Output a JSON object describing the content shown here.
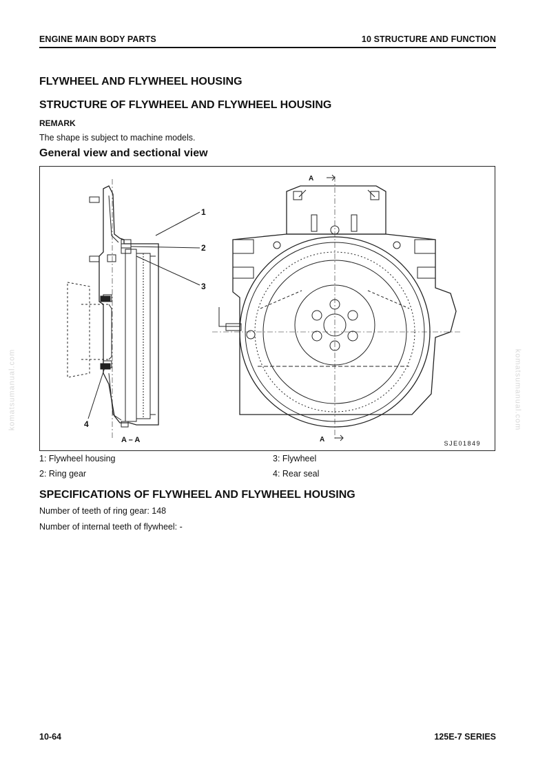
{
  "header": {
    "left": "ENGINE MAIN BODY PARTS",
    "right": "10 STRUCTURE AND FUNCTION"
  },
  "title": "FLYWHEEL AND FLYWHEEL HOUSING",
  "structure_heading": "STRUCTURE OF FLYWHEEL AND FLYWHEEL HOUSING",
  "remark": {
    "label": "REMARK",
    "text": "The shape is subject to machine models."
  },
  "view_heading": "General view and sectional view",
  "figure": {
    "code": "SJE01849",
    "section_label": "A – A",
    "cut_mark": "A",
    "callouts": [
      "1",
      "2",
      "3",
      "4"
    ]
  },
  "legend": [
    "1: Flywheel housing",
    "2: Ring gear",
    "3: Flywheel",
    "4: Rear seal"
  ],
  "specs_heading": "SPECIFICATIONS OF FLYWHEEL AND FLYWHEEL HOUSING",
  "specs": [
    "Number of teeth of ring gear: 148",
    "Number of internal teeth of flywheel: -"
  ],
  "footer": {
    "left": "10-64",
    "right": "125E-7 SERIES"
  },
  "watermark": "komatsumanual.com"
}
